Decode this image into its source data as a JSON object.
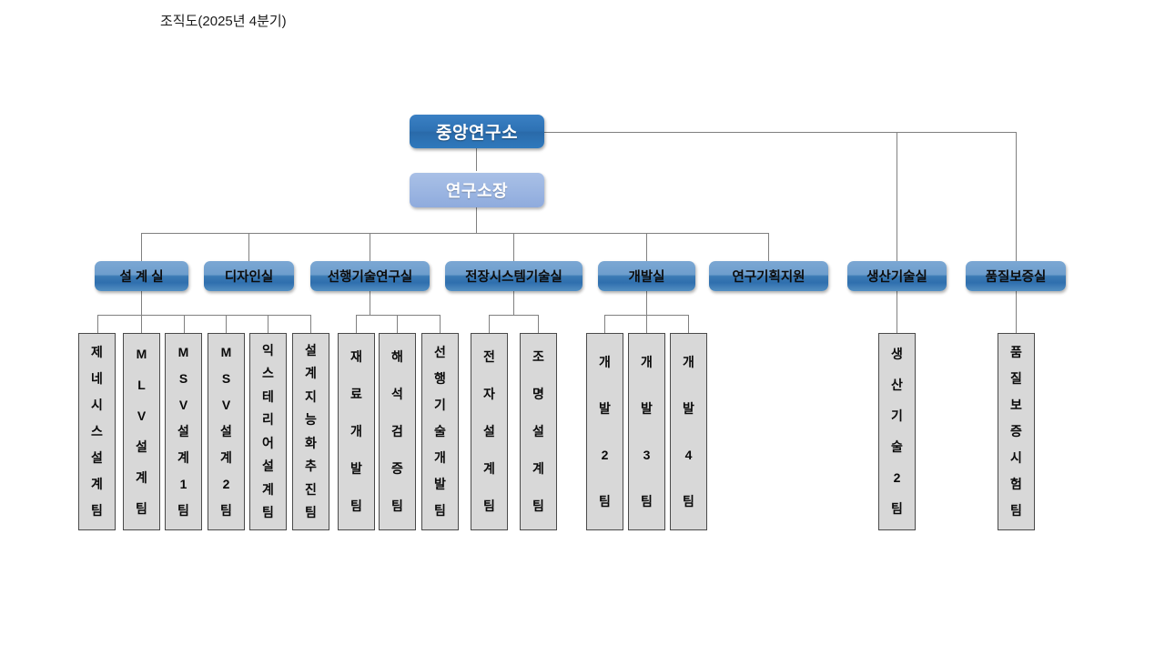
{
  "title": "조직도(2025년 4분기)",
  "colors": {
    "root_box": "#2e72b4",
    "head_box": "#9cb6e2",
    "dept_box": "#3c7bb5",
    "team_box": "#d8d8d8",
    "team_border": "#4a4a4a",
    "connector": "#808080",
    "canvas": "#ffffff",
    "title_text": "#1a1a1a"
  },
  "root": {
    "label": "중앙연구소"
  },
  "head": {
    "label": "연구소장"
  },
  "departments": [
    {
      "id": "design",
      "label": "설 계 실"
    },
    {
      "id": "designlab",
      "label": "디자인실"
    },
    {
      "id": "advtech",
      "label": "선행기술연구실"
    },
    {
      "id": "elecsys",
      "label": "전장시스템기술실"
    },
    {
      "id": "devlab",
      "label": "개발실"
    },
    {
      "id": "planning",
      "label": "연구기획지원"
    },
    {
      "id": "prodtech",
      "label": "생산기술실"
    },
    {
      "id": "quality",
      "label": "품질보증실"
    }
  ],
  "teams": [
    {
      "id": "t1",
      "parent": "design",
      "label": "제네시스설계팀"
    },
    {
      "id": "t2",
      "parent": "design",
      "label": "MLV설계팀"
    },
    {
      "id": "t3",
      "parent": "design",
      "label": "MSV설계1팀"
    },
    {
      "id": "t4",
      "parent": "design",
      "label": "MSV설계2팀"
    },
    {
      "id": "t5",
      "parent": "design",
      "label": "익스테리어설계팀"
    },
    {
      "id": "t6",
      "parent": "design",
      "label": "설계지능화추진팀"
    },
    {
      "id": "t7",
      "parent": "advtech",
      "label": "재료개발팀"
    },
    {
      "id": "t8",
      "parent": "advtech",
      "label": "해석검증팀"
    },
    {
      "id": "t9",
      "parent": "advtech",
      "label": "선행기술개발팀"
    },
    {
      "id": "t10",
      "parent": "elecsys",
      "label": "전자설계팀"
    },
    {
      "id": "t11",
      "parent": "elecsys",
      "label": "조명설계팀"
    },
    {
      "id": "t12",
      "parent": "devlab",
      "label": "개발2팀"
    },
    {
      "id": "t13",
      "parent": "devlab",
      "label": "개발3팀"
    },
    {
      "id": "t14",
      "parent": "devlab",
      "label": "개발4팀"
    },
    {
      "id": "t15",
      "parent": "prodtech",
      "label": "생산기술2팀"
    },
    {
      "id": "t16",
      "parent": "quality",
      "label": "품질보증시험팀"
    }
  ]
}
